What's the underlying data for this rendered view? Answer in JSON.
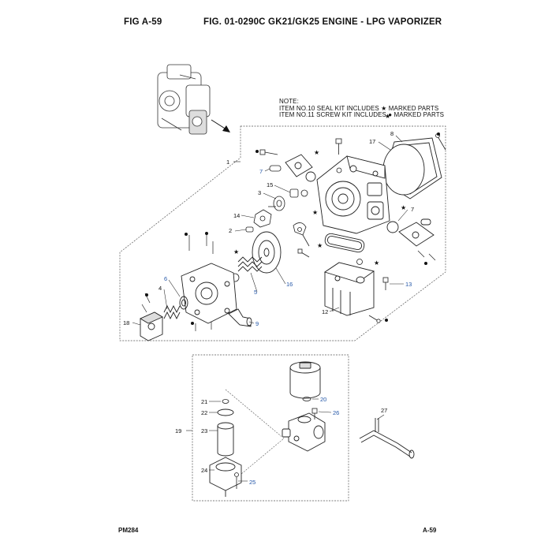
{
  "header": {
    "fig_label": "FIG   A-59",
    "title": "FIG. 01-0290C GK21/GK25 ENGINE - LPG VAPORIZER"
  },
  "note": {
    "heading": "NOTE:",
    "line1": "ITEM NO.10 SEAL KIT INCLUDES ★ MARKED PARTS",
    "line2": "ITEM NO.11 SCREW KIT INCLUDES ● MARKED PARTS"
  },
  "callouts": {
    "c1": "1",
    "c2": "2",
    "c3": "3",
    "c4": "4",
    "c5": "5",
    "c6": "6",
    "c7a": "7",
    "c7b": "7",
    "c8": "8",
    "c9": "9",
    "c12": "12",
    "c13": "13",
    "c14": "14",
    "c15": "15",
    "c16": "16",
    "c17": "17",
    "c18": "18",
    "c19": "19",
    "c20": "20",
    "c21": "21",
    "c22": "22",
    "c23": "23",
    "c24": "24",
    "c25": "25",
    "c26": "26",
    "c27": "27"
  },
  "footer": {
    "left": "PM284",
    "right": "A-59"
  },
  "colors": {
    "callout_blue": "#2457a8",
    "line": "#222222",
    "dash": "#555555"
  }
}
